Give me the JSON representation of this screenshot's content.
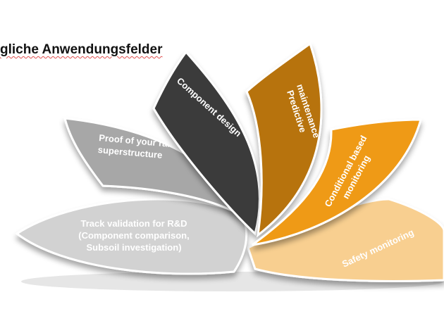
{
  "title": "gliche Anwendungsfelder",
  "petals": [
    {
      "label_lines": [
        "Track validation for R&D",
        "(Component comparison,",
        "Subsoil investigation)"
      ],
      "color": "#d2d2d2"
    },
    {
      "label_lines": [
        "Proof of your rail",
        "superstructure"
      ],
      "color": "#a7a7a7"
    },
    {
      "label_lines": [
        "Component design"
      ],
      "color": "#3b3b3b"
    },
    {
      "label_lines": [
        "Predictive",
        "maintenance"
      ],
      "color": "#b7730c"
    },
    {
      "label_lines": [
        "Conditional based",
        "monitoring"
      ],
      "color": "#ef9a12"
    },
    {
      "label_lines": [
        "Safety monitoring"
      ],
      "color": "#f8cf90"
    }
  ]
}
